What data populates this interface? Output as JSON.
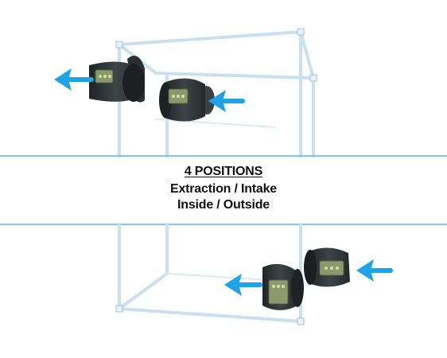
{
  "caption": {
    "heading": "4 POSITIONS",
    "line1": "Extraction / Intake",
    "line2": "Inside / Outside"
  },
  "colors": {
    "arrow": "#1ea3e6",
    "divider": "#53b6e8",
    "frame": "#c6dff0",
    "fan_body": "#2f3437"
  }
}
